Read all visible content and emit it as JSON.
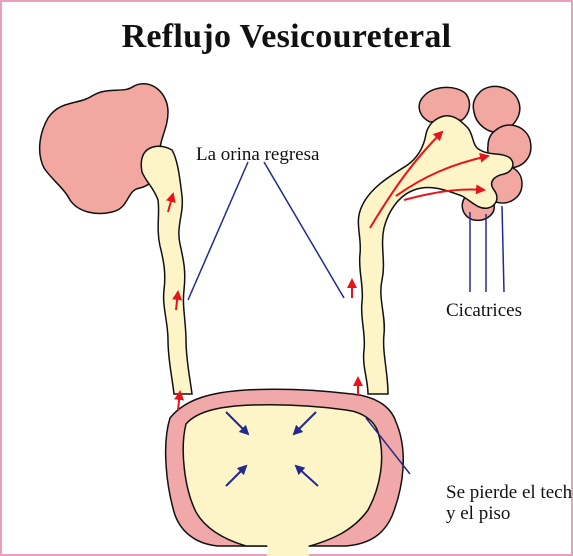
{
  "title": "Reflujo Vesicoureteral",
  "labels": {
    "urine_returns": "La orina regresa",
    "scars": "Cicatrices",
    "roof_floor_line1": "Se pierde el techo",
    "roof_floor_line2": "y el piso"
  },
  "colors": {
    "border": "#e8a0bc",
    "kidney": "#f2a7a1",
    "bladder_wall": "#f0a8a8",
    "urine": "#fdf5c7",
    "outline": "#111111",
    "reflux_arrow": "#e8141c",
    "bladder_arrow": "#232a8f",
    "leader_line": "#232a8f"
  }
}
